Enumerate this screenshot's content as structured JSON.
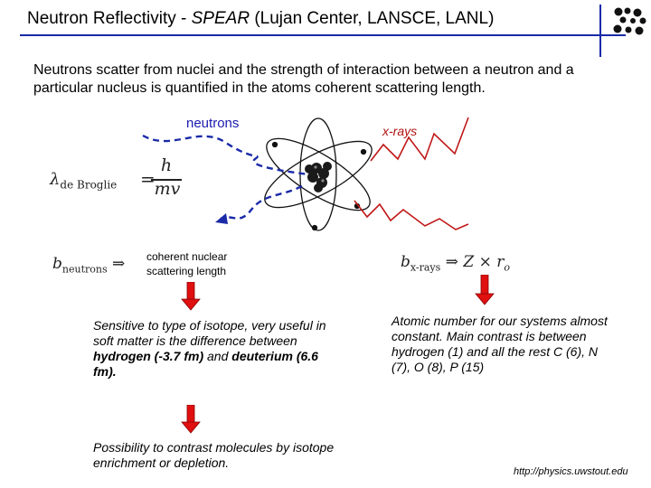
{
  "header": {
    "title_prefix": "Neutron Reflectivity - ",
    "title_italic": "SPEAR",
    "title_suffix": " (Lujan Center, LANSCE, LANL)"
  },
  "intro": {
    "text": "Neutrons scatter from nuclei and the strength of interaction between a neutron and a particular nucleus is quantified in the atoms coherent scattering length."
  },
  "diagram": {
    "neutrons_label": "neutrons",
    "xrays_label": "x-rays",
    "colors": {
      "neutron_path": "#1a2aa8",
      "xray_path": "#c01818",
      "arrow_fill": "#e01010",
      "rule": "#1a2aa8"
    }
  },
  "formulas": {
    "debroglie": {
      "lambda": "λ",
      "subscript": "de Broglie",
      "equals": "=",
      "numerator": "h",
      "denominator": "mv"
    },
    "b_neutrons": {
      "symbol": "b",
      "subscript": "neutrons",
      "implies": "⇒"
    },
    "b_xrays": {
      "symbol": "b",
      "subscript": "x-rays",
      "implies": "⇒",
      "rhs": "Z × r",
      "rhs_sub": "o"
    }
  },
  "notes": {
    "coherent": "coherent nuclear scattering length"
  },
  "descriptions": {
    "neutron_a": "Sensitive to type of isotope, very useful in soft matter is the difference between ",
    "neutron_b": "hydrogen (-3.7 fm)",
    "neutron_c": " and ",
    "neutron_d": "deuterium (6.6 fm).",
    "xray": "Atomic number for our systems almost constant. Main contrast is between hydrogen (1) and all the rest C (6), N (7), O (8), P (15)",
    "contrast": "Possibility to contrast molecules by isotope enrichment or depletion."
  },
  "footer": {
    "url": "http://physics.uwstout.edu"
  }
}
